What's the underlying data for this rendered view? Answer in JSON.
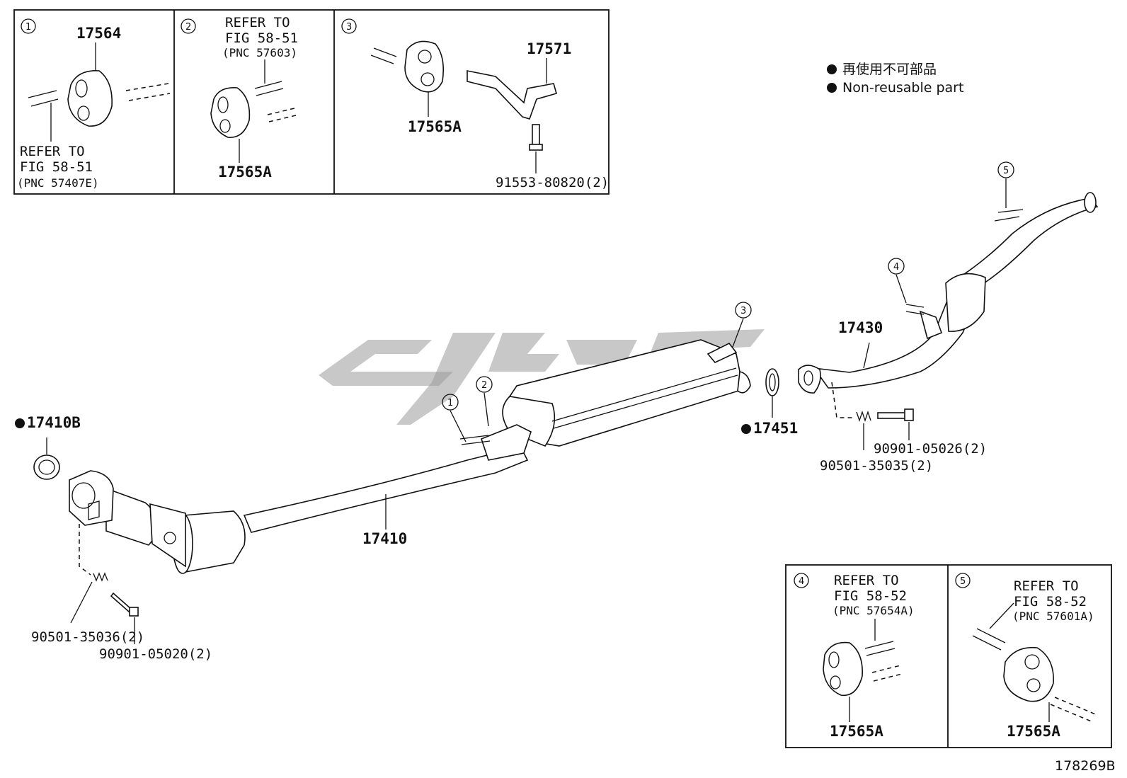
{
  "legend": {
    "jp": "再使用不可部品",
    "en": "Non-reusable part"
  },
  "figure_id": "178269B",
  "insets": {
    "i1": {
      "num": "1",
      "part": "17564",
      "ref1": "REFER TO",
      "ref2": "FIG 58-51",
      "ref3": "(PNC 57407E)"
    },
    "i2": {
      "num": "2",
      "ref1": "REFER TO",
      "ref2": "FIG 58-51",
      "ref3": "(PNC 57603)",
      "part": "17565A"
    },
    "i3": {
      "num": "3",
      "part_top": "17571",
      "part_bottom": "17565A",
      "bolt": "91553-80820(2)"
    },
    "i4": {
      "num": "4",
      "ref1": "REFER TO",
      "ref2": "FIG 58-52",
      "ref3": "(PNC 57654A)",
      "part": "17565A"
    },
    "i5": {
      "num": "5",
      "ref1": "REFER TO",
      "ref2": "FIG 58-52",
      "ref3": "(PNC 57601A)",
      "part": "17565A"
    }
  },
  "main": {
    "gasket_front": "17410B",
    "front_pipe": "17410",
    "spring_front": "90501-35036(2)",
    "bolt_front": "90901-05020(2)",
    "gasket_mid": "17451",
    "tail_pipe": "17430",
    "bolt_rear": "90901-05026(2)",
    "spring_rear": "90501-35035(2)",
    "callouts": [
      "1",
      "2",
      "3",
      "4",
      "5"
    ]
  }
}
